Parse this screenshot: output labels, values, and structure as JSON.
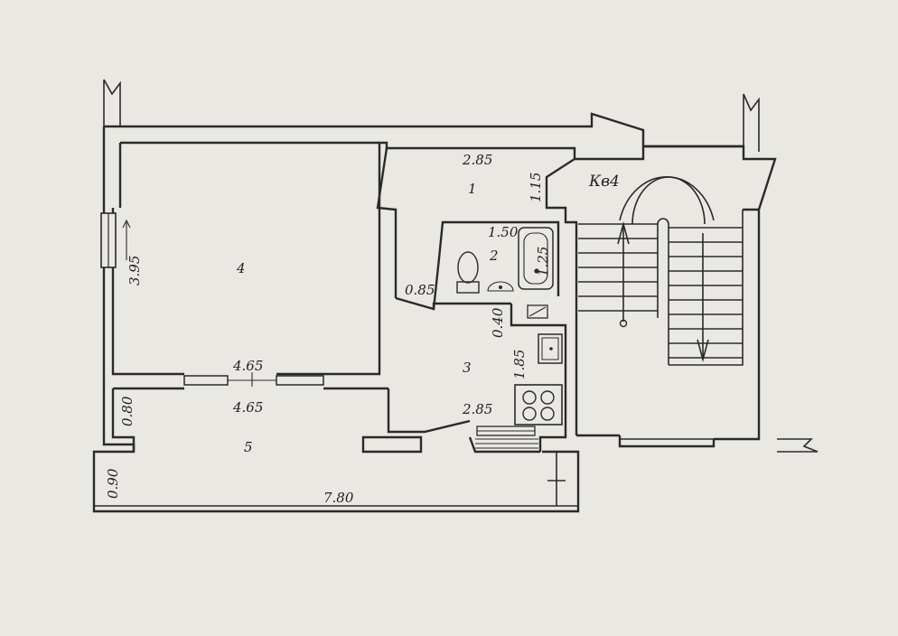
{
  "plan": {
    "apartment_label": "Кв4",
    "rooms": {
      "r1": "1",
      "r2": "2",
      "r3": "3",
      "r4": "4",
      "r5": "5"
    },
    "dimensions": {
      "hall_width": "2.85",
      "hall_depth": "1.15",
      "bath_width": "1.50",
      "bath_depth": "1.25",
      "closet_width": "0.85",
      "corridor_gap": "0.40",
      "kitchen_depth": "1.85",
      "kitchen_width": "2.85",
      "living_depth": "3.95",
      "living_width_inner": "4.65",
      "loggia_width": "4.65",
      "loggia_depth": "0.80",
      "balcony_depth": "0.90",
      "total_width": "7.80"
    }
  }
}
